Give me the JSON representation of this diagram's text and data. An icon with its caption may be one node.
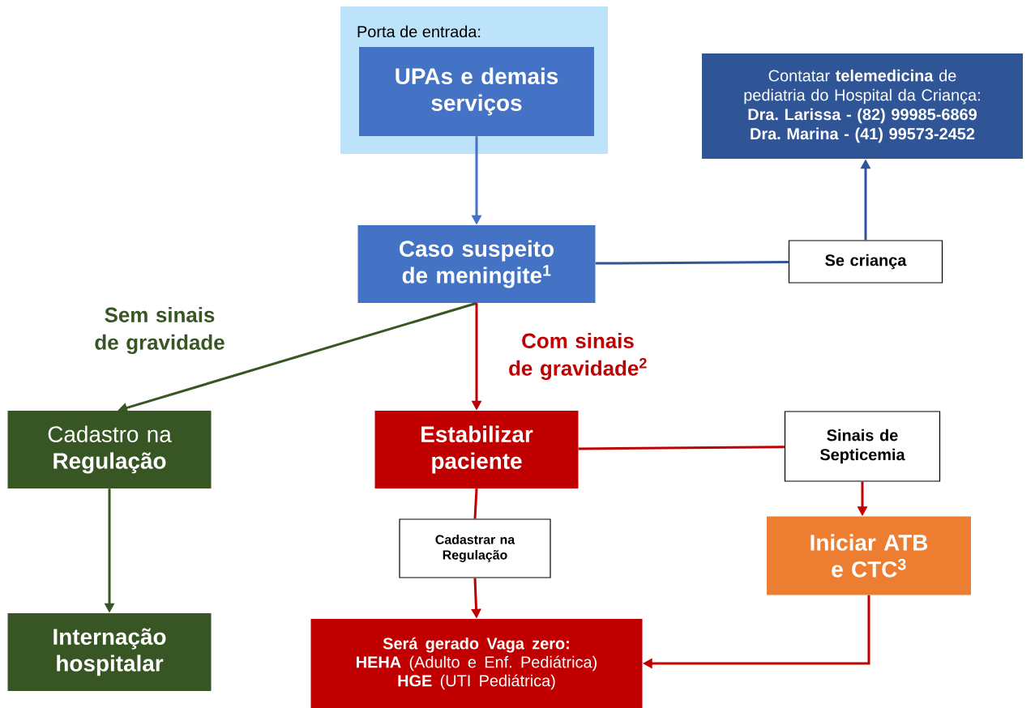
{
  "diagram": {
    "nodes": [
      {
        "text": [
          "Porta de entrada:"
        ]
      },
      {
        "text": [
          "UPAs e demais serviços"
        ],
        "in": 0
      },
      {
        "text": [
          "Caso suspeito de meningite$^{1}$"
        ]
      },
      {
        "text": [
          "Contatar **telemedicina** de pediatria do Hospital da Criança:",
          "Dra. Larissa - (82) 99985-6869",
          "Dra. Marina - (41) 99573-2452"
        ]
      },
      {
        "text": [
          "Se criança"
        ]
      },
      {
        "text": [
          "Cadastro na **Regulação**"
        ]
      },
      {
        "text": [
          "Estabilizar paciente"
        ]
      },
      {
        "text": [
          "Sinais de Septicemia"
        ]
      },
      {
        "text": [
          "Internação hospitalar"
        ]
      },
      {
        "text": [
          "Cadastrar na Regulação"
        ]
      },
      {
        "text": [
          "Iniciar ATB e CTC$^{3}$"
        ]
      },
      {
        "text": [
          "Será gerado Vaga zero:",
          "**HEHA** (Adulto e Enf. Pediátrica)",
          "**HGE** (UTI Pediátrica)"
        ]
      }
    ],
    "edges": [
      {
        "from": 1,
        "to": 2,
        "arrow": "to",
        "color": "#4472c4"
      },
      {
        "from": 2,
        "to": 4,
        "arrow": "none",
        "color": "#2f5597"
      },
      {
        "from": 4,
        "to": 3,
        "arrow": "to",
        "color": "#2f5597"
      },
      {
        "from": 2,
        "to": 5,
        "arrow": "to",
        "color": "#375623",
        "label": "Sem sinais de gravidade"
      },
      {
        "from": 2,
        "to": 6,
        "arrow": "to",
        "color": "#c00000",
        "label": "Com sinais de gravidade$^{2}$"
      },
      {
        "from": 6,
        "to": 7,
        "arrow": "none",
        "color": "#c00000"
      },
      {
        "from": 7,
        "to": 10,
        "arrow": "to",
        "color": "#c00000"
      },
      {
        "from": 5,
        "to": 8,
        "arrow": "to",
        "color": "#375623"
      },
      {
        "from": 6,
        "to": 9,
        "arrow": "none",
        "color": "#c00000"
      },
      {
        "from": 9,
        "to": 11,
        "arrow": "to",
        "color": "#c00000"
      },
      {
        "from": 10,
        "to": 11,
        "arrow": "to",
        "color": "#c00000"
      }
    ]
  }
}
